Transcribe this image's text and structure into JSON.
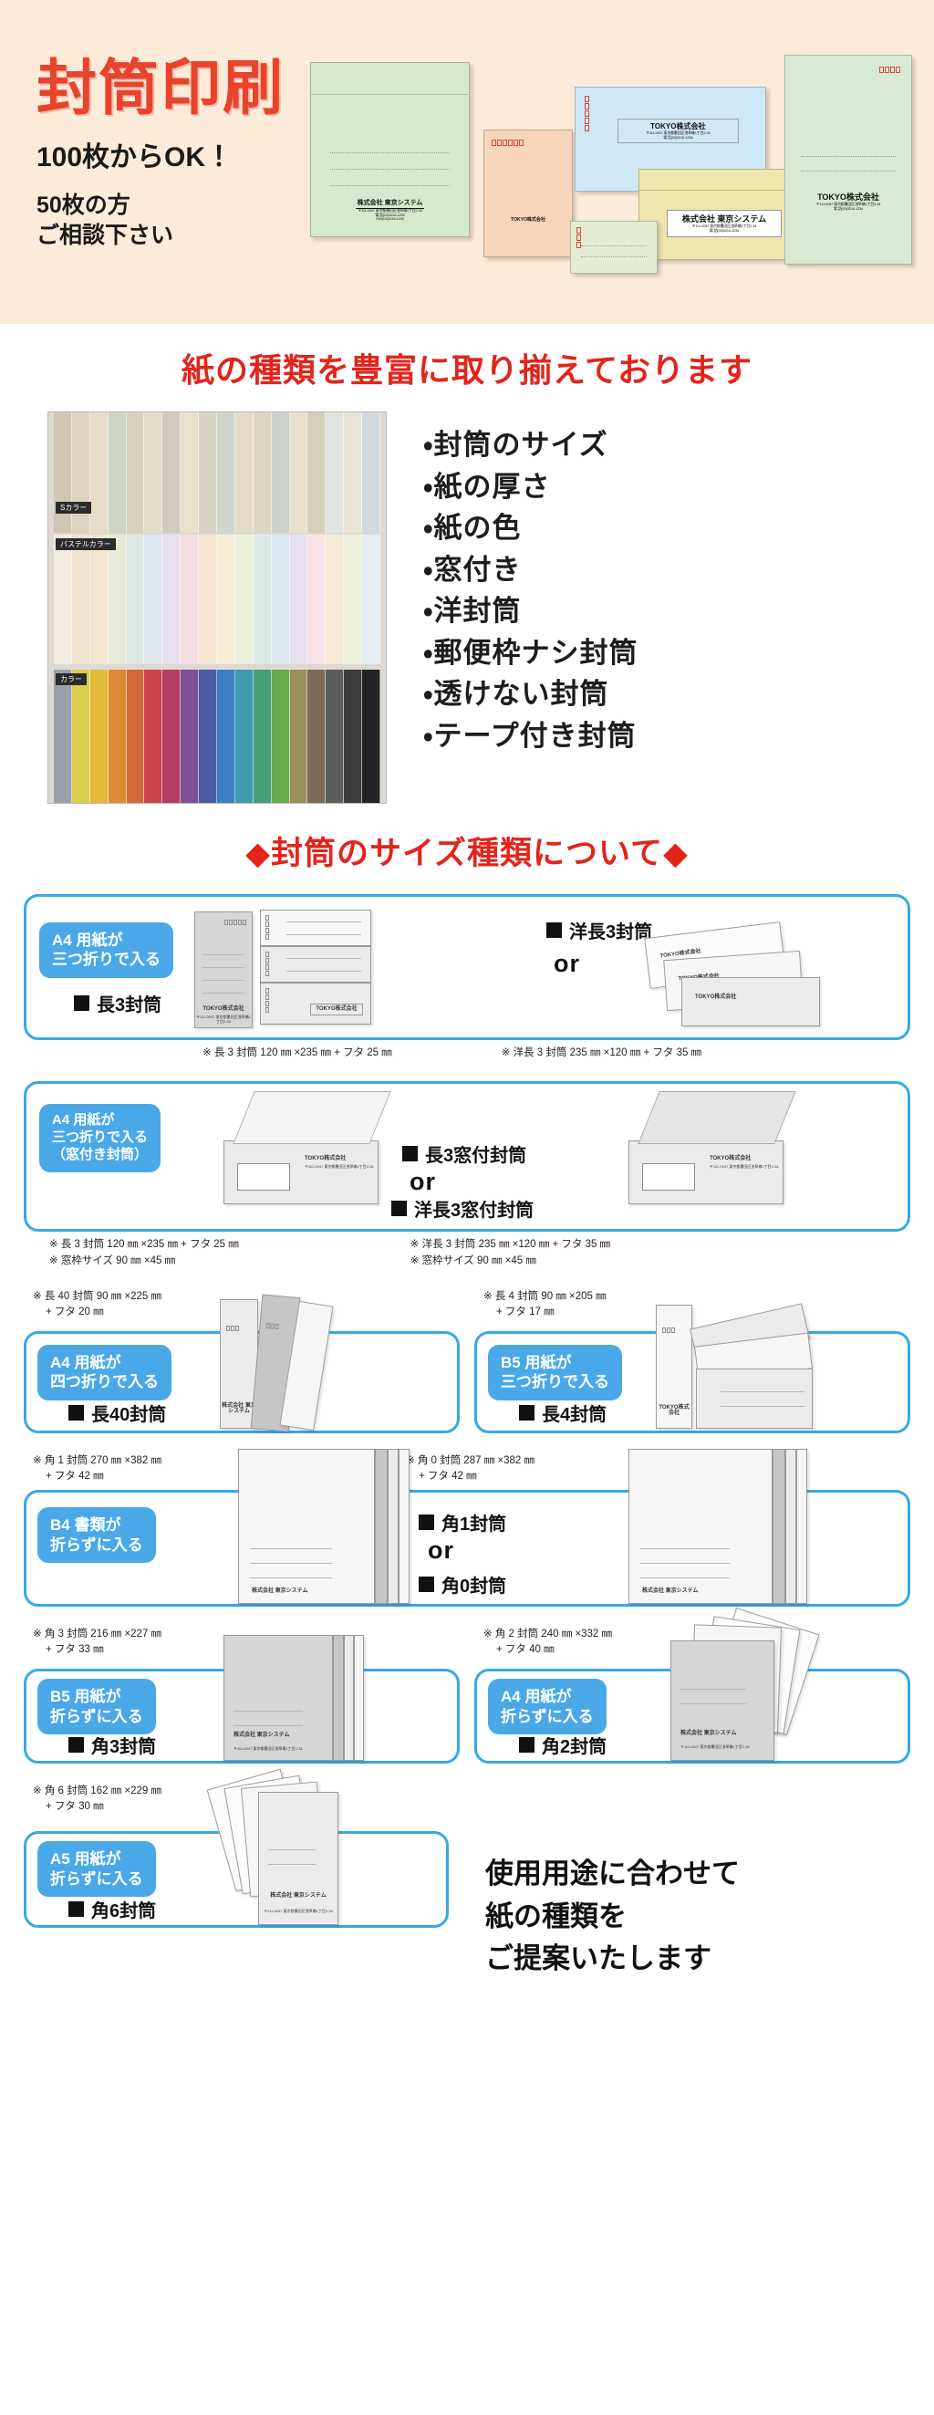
{
  "hero": {
    "title": "封筒印刷",
    "sub1": "100枚からOK！",
    "sub2_line1": "50枚の方",
    "sub2_line2": "ご相談下さい",
    "bg_color": "#fcebd9",
    "title_color": "#e8432c",
    "envelope_company": "株式会社 東京システム",
    "envelope_company2": "TOKYO株式会社",
    "envelope_address": "〒111-0047 東京都墨田区浅草橋1丁目2-34",
    "envelope_tel": "電 話(03)3216-1234",
    "envelope_fax": "FAX(03)3216-1234"
  },
  "paper_section": {
    "heading": "紙の種類を豊富に取り揃えております",
    "heading_color": "#e3241b",
    "swatch_band_labels": [
      "Sカラー",
      "パステルカラー",
      "カラー"
    ],
    "bullets": [
      "・封筒のサイズ",
      "・紙の厚さ",
      "・紙の色",
      "・窓付き",
      "・洋封筒",
      "・郵便枠ナシ封筒",
      "・透けない封筒",
      "・テープ付き封筒"
    ]
  },
  "size_section": {
    "heading": "◆封筒のサイズ種類について◆",
    "heading_color": "#e3241b",
    "accent_color": "#36a8ea",
    "tag_color": "#4aa8e8",
    "or_label": "or",
    "rows": [
      {
        "id": "row-naga3",
        "tag": "A4 用紙が\n三つ折りで入る",
        "tag_line1": "A4 用紙が",
        "tag_line2": "三つ折りで入る",
        "left_name": "長3封筒",
        "right_name": "洋長3封筒",
        "left_dim": "※ 長 3 封筒 120 ㎜ ×235 ㎜ + フタ 25 ㎜",
        "right_dim": "※ 洋長 3 封筒 235 ㎜ ×120 ㎜ + フタ 35 ㎜"
      },
      {
        "id": "row-naga3-window",
        "tag_line1": "A4 用紙が",
        "tag_line2": "三つ折りで入る",
        "tag_line3": "（窓付き封筒）",
        "left_name": "長3窓付封筒",
        "right_name": "洋長3窓付封筒",
        "left_dim": "※ 長 3 封筒 120 ㎜ ×235 ㎜ + フタ 25 ㎜",
        "left_dim2": "※ 窓枠サイズ 90 ㎜ ×45 ㎜",
        "right_dim": "※ 洋長 3 封筒 235 ㎜ ×120 ㎜ + フタ 35 ㎜",
        "right_dim2": "※ 窓枠サイズ 90 ㎜ ×45 ㎜"
      },
      {
        "id": "row-naga40-naga4",
        "left": {
          "dim1": "※ 長 40 封筒 90 ㎜ ×225 ㎜",
          "dim2": "+ フタ 20 ㎜",
          "tag_line1": "A4 用紙が",
          "tag_line2": "四つ折りで入る",
          "name": "長40封筒"
        },
        "right": {
          "dim1": "※ 長 4 封筒 90 ㎜ ×205 ㎜",
          "dim2": "+ フタ 17 ㎜",
          "tag_line1": "B5 用紙が",
          "tag_line2": "三つ折りで入る",
          "name": "長4封筒"
        }
      },
      {
        "id": "row-kaku1-kaku0",
        "left_dim1": "※ 角 1 封筒 270 ㎜ ×382 ㎜",
        "left_dim2": "+ フタ 42 ㎜",
        "right_dim1": "※ 角 0 封筒 287 ㎜ ×382 ㎜",
        "right_dim2": "+ フタ 42 ㎜",
        "tag_line1": "B4 書類が",
        "tag_line2": "折らずに入る",
        "left_name": "角1封筒",
        "right_name": "角0封筒"
      },
      {
        "id": "row-kaku3-kaku2",
        "left": {
          "dim1": "※ 角 3 封筒 216 ㎜ ×227 ㎜",
          "dim2": "+ フタ 33 ㎜",
          "tag_line1": "B5 用紙が",
          "tag_line2": "折らずに入る",
          "name": "角3封筒"
        },
        "right": {
          "dim1": "※ 角 2 封筒 240 ㎜ ×332 ㎜",
          "dim2": "+ フタ 40 ㎜",
          "tag_line1": "A4 用紙が",
          "tag_line2": "折らずに入る",
          "name": "角2封筒"
        }
      },
      {
        "id": "row-kaku6",
        "left": {
          "dim1": "※ 角 6 封筒 162 ㎜ ×229 ㎜",
          "dim2": "+ フタ 30 ㎜",
          "tag_line1": "A5 用紙が",
          "tag_line2": "折らずに入る",
          "name": "角6封筒"
        },
        "closing_line1": "使用用途に合わせて",
        "closing_line2": "紙の種類を",
        "closing_line3": "ご提案いたします"
      }
    ]
  }
}
